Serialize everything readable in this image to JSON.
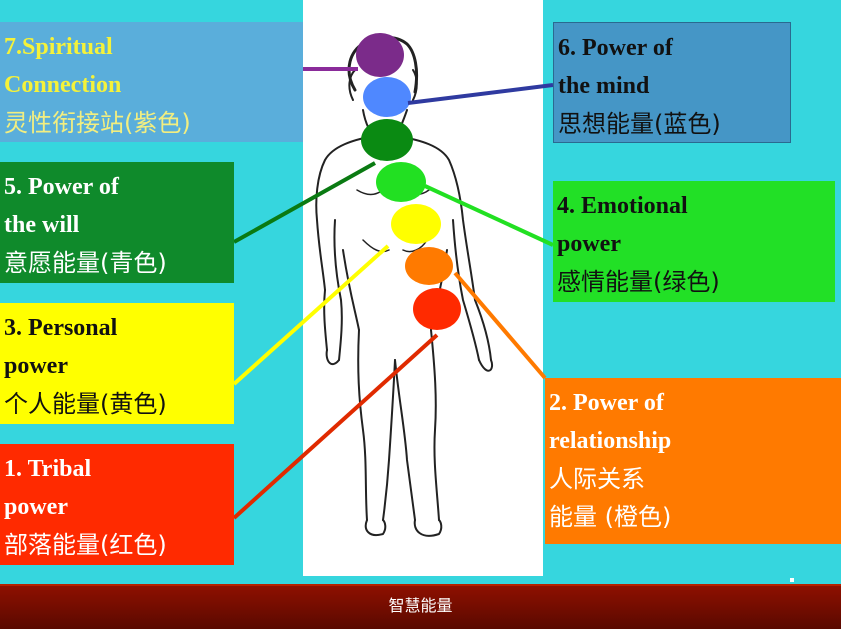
{
  "boxes": {
    "crown": {
      "line1": "7.Spiritual",
      "line2": "Connection",
      "zh": "灵性衔接站(紫色)",
      "color": "#7b2b8a"
    },
    "mind": {
      "line1": "6. Power of",
      "line2": "the mind",
      "zh": "思想能量(蓝色)",
      "color": "#4f88ff"
    },
    "will": {
      "line1": "5. Power of",
      "line2": "the will",
      "zh": "意愿能量(青色)",
      "color": "#0a8a12"
    },
    "emotion": {
      "line1": "4. Emotional",
      "line2": "power",
      "zh": "感情能量(绿色)",
      "color": "#22e022"
    },
    "personal": {
      "line1": "3. Personal",
      "line2": "power",
      "zh": "个人能量(黄色)",
      "color": "#ffff00"
    },
    "relation": {
      "line1": "2. Power of",
      "line2": "relationship",
      "zh": "人际关系",
      "zh2": "能量 (橙色)",
      "color": "#ff7a00"
    },
    "tribal": {
      "line1": "1. Tribal",
      "line2": "power",
      "zh": "部落能量(红色)",
      "color": "#ff2a00"
    }
  },
  "footer": {
    "title": "智慧能量"
  }
}
